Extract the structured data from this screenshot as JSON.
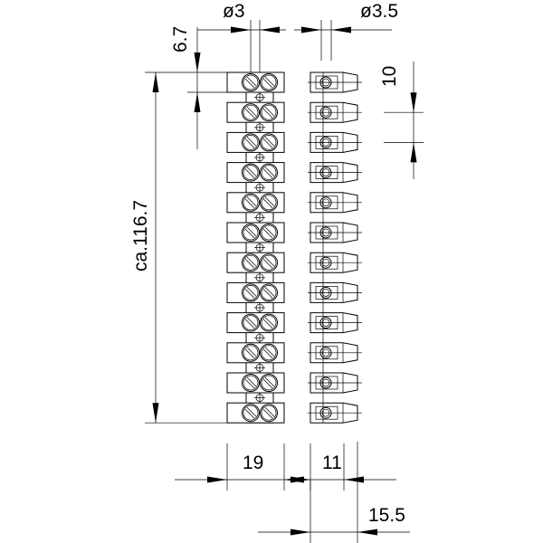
{
  "drawing": {
    "title": "Terminal strip dimension drawing",
    "terminal_count": 12,
    "dimensions": {
      "height": "ca.116.7",
      "screw_offset": "6.7",
      "screw_diameter": "ø3",
      "wire_hole_diameter": "ø3.5",
      "pitch": "10",
      "front_width": "19",
      "side_width": "11",
      "side_total_width": "15.5"
    },
    "line_color": "#000000",
    "background": "#ffffff"
  }
}
